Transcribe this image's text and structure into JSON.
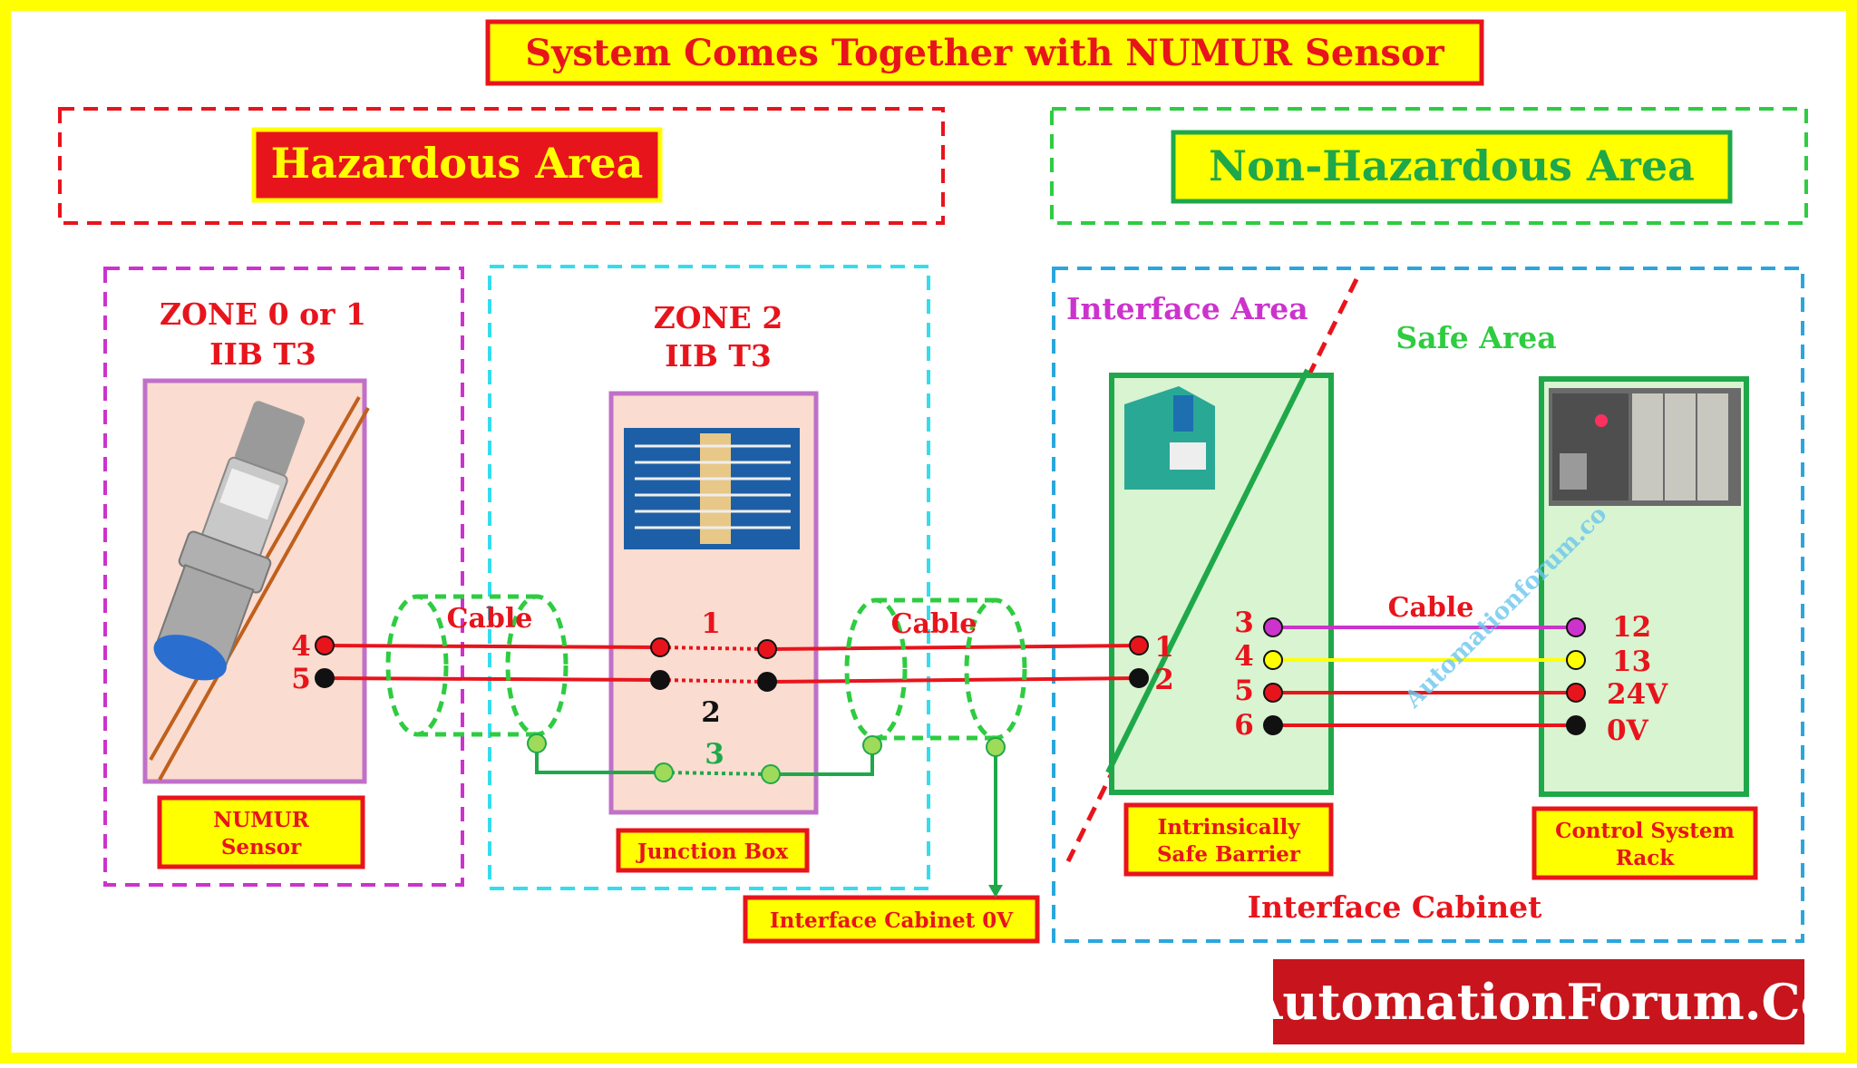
{
  "title": "System Comes Together with NUMUR Sensor",
  "areas": {
    "hazardous": "Hazardous Area",
    "non_hazardous": "Non-Hazardous Area"
  },
  "zones": {
    "zone01_line1": "ZONE 0 or 1",
    "zone01_line2": "IIB T3",
    "zone2_line1": "ZONE 2",
    "zone2_line2": "IIB T3",
    "interface_area": "Interface Area",
    "safe_area": "Safe Area"
  },
  "components": {
    "sensor_line1": "NUMUR",
    "sensor_line2": "Sensor",
    "junction_box": "Junction Box",
    "barrier_line1": "Intrinsically",
    "barrier_line2": "Safe Barrier",
    "rack_line1": "Control System",
    "rack_line2": "Rack",
    "interface_cabinet_0v": "Interface Cabinet 0V",
    "interface_cabinet": "Interface Cabinet"
  },
  "cables": {
    "cable1": "Cable",
    "cable2": "Cable",
    "cable3": "Cable"
  },
  "terminals": {
    "sensor_4": "4",
    "sensor_5": "5",
    "jb_1": "1",
    "jb_2": "2",
    "jb_3": "3",
    "barrier_in_1": "1",
    "barrier_in_2": "2",
    "barrier_out_3": "3",
    "barrier_out_4": "4",
    "barrier_out_5": "5",
    "barrier_out_6": "6",
    "rack_12": "12",
    "rack_13": "13",
    "rack_24v": "24V",
    "rack_0v": "0V"
  },
  "watermark": "Automationforum.co",
  "brand": "AutomationForum.Co",
  "colors": {
    "frame": "#ffff00",
    "red": "#e8141c",
    "green": "#1fa84a",
    "magenta": "#cc33cc",
    "cyan": "#33ddee",
    "blue": "#2aa6dd",
    "brand_bg": "#c8141c"
  },
  "icons": {
    "sensor": "numur-proximity-sensor-photo",
    "junction_box": "terminal-block-photo",
    "barrier": "din-rail-barrier-module-photo",
    "rack": "plc-rack-photo"
  }
}
